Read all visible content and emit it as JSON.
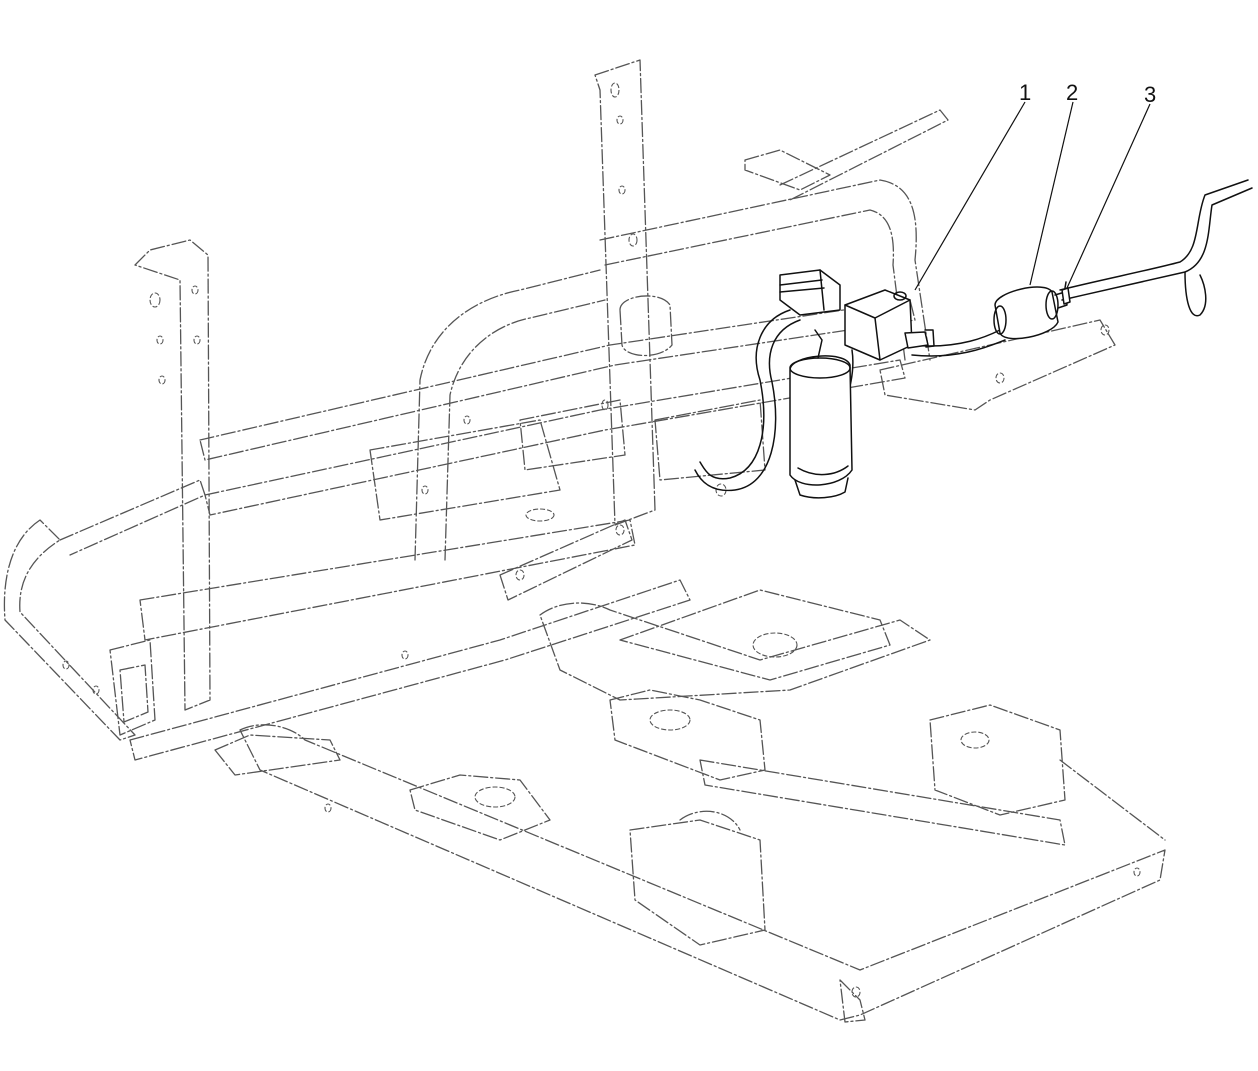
{
  "callouts": [
    {
      "id": "1",
      "label": "1"
    },
    {
      "id": "2",
      "label": "2"
    },
    {
      "id": "3",
      "label": "3"
    }
  ],
  "colors": {
    "line": "#111111",
    "phantom": "#555555",
    "background": "#ffffff"
  }
}
